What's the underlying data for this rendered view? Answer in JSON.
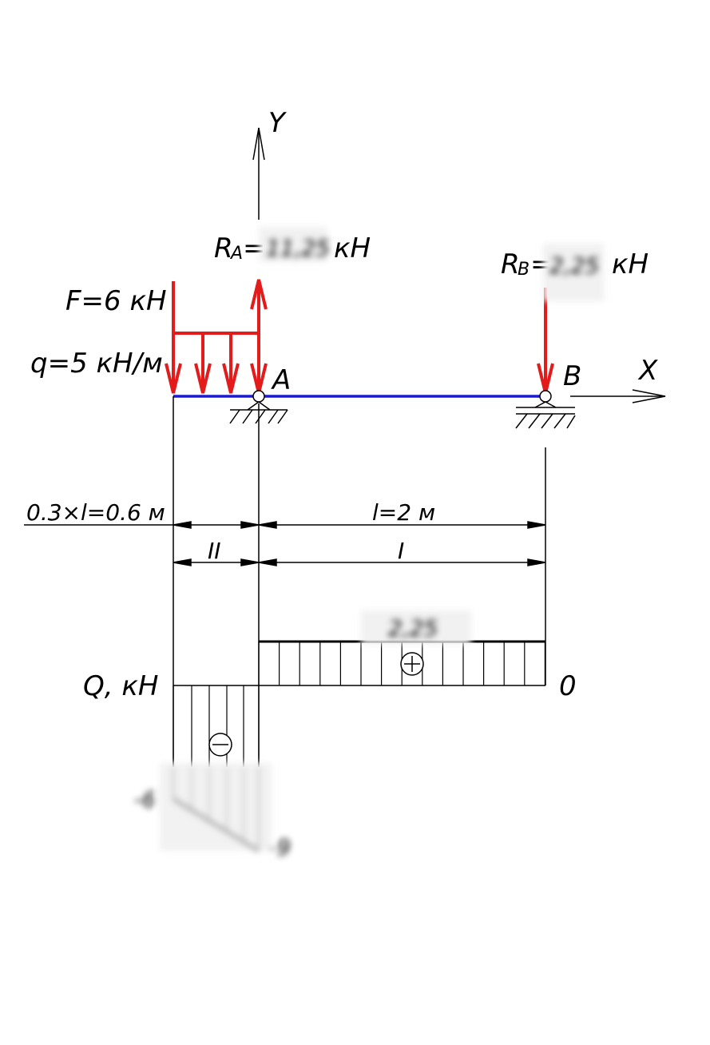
{
  "axes": {
    "y_label": "Y",
    "x_label": "X"
  },
  "loads": {
    "F": "F=6 кН",
    "q": "q=5 кН/м",
    "RA_prefix": "R",
    "RA_sub": "A",
    "RA_eq": "=",
    "RA_value": "11,25",
    "RA_unit": "кН",
    "RB_prefix": "R",
    "RB_sub": "B",
    "RB_eq": "=",
    "RB_value": "2,25",
    "RB_unit": "кН"
  },
  "supports": {
    "A": "A",
    "B": "B"
  },
  "dimensions": {
    "left_span": "0.3×l=0.6 м",
    "right_span": "l=2 м",
    "section_II": "II",
    "section_I": "I"
  },
  "shear_diagram": {
    "title": "Q, кН",
    "right_value": "2,25",
    "zero_label": "0",
    "plus_sign": "⊕",
    "minus_sign": "⊖",
    "left_top_value": "-6",
    "left_bottom_value": "-9"
  },
  "colors": {
    "load_red": "#e31b1b",
    "beam_blue": "#1a1ad4",
    "line_black": "#000000"
  }
}
